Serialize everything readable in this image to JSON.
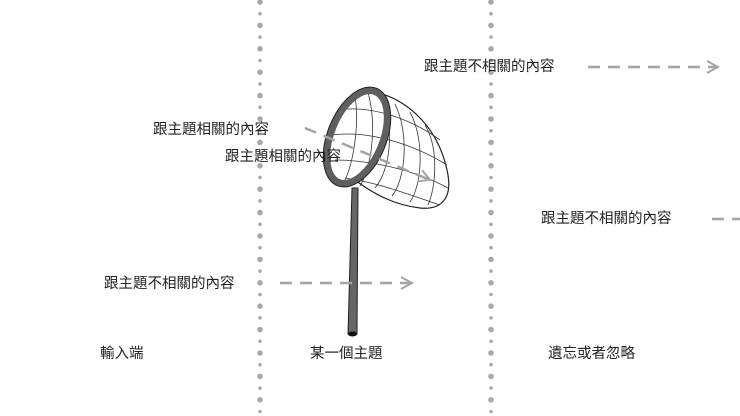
{
  "labels": {
    "relevant_1": "跟主題相關的內容",
    "relevant_2": "跟主題相關的內容",
    "irrelevant_top": "跟主題不相關的內容",
    "irrelevant_left": "跟主題不相關的內容",
    "irrelevant_right": "跟主題不相關的內容"
  },
  "columns": {
    "input": "輸入端",
    "topic": "某一個主題",
    "forget": "遺忘或者忽略"
  },
  "colors": {
    "divider": "#a3abab",
    "arrow": "#9ea6a6",
    "net_frame": "#5f5f5f"
  },
  "icons": {
    "net": "butterfly-net-icon"
  }
}
